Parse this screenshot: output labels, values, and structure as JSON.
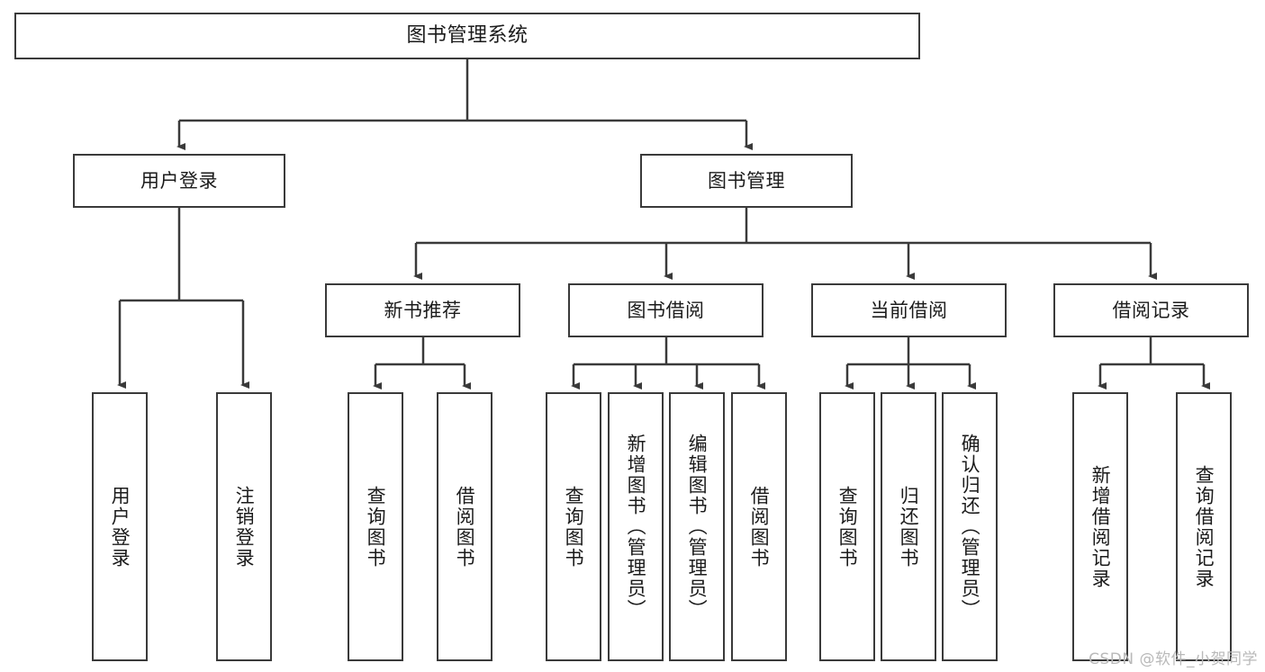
{
  "diagram": {
    "type": "hierarchy-tree",
    "title": "图书管理系统",
    "levels": {
      "root": {
        "label": "图书管理系统"
      },
      "level2": [
        {
          "label": "用户登录"
        },
        {
          "label": "图书管理"
        }
      ],
      "level3": [
        {
          "label": "新书推荐"
        },
        {
          "label": "图书借阅"
        },
        {
          "label": "当前借阅"
        },
        {
          "label": "借阅记录"
        }
      ],
      "leaves": {
        "user_login": [
          {
            "label": "用户登录"
          },
          {
            "label": "注销登录"
          }
        ],
        "new_book_recommend": [
          {
            "label": "查询图书"
          },
          {
            "label": "借阅图书"
          }
        ],
        "book_borrow": [
          {
            "label": "查询图书"
          },
          {
            "label": "新增图书（管理员）"
          },
          {
            "label": "编辑图书（管理员）"
          },
          {
            "label": "借阅图书"
          }
        ],
        "current_borrow": [
          {
            "label": "查询图书"
          },
          {
            "label": "归还图书"
          },
          {
            "label": "确认归还（管理员）"
          }
        ],
        "borrow_record": [
          {
            "label": "新增借阅记录"
          },
          {
            "label": "查询借阅记录"
          }
        ]
      }
    },
    "colors": {
      "border": "#3a3a3a",
      "connector": "#3a3a3a",
      "background": "#ffffff",
      "text": "#1b1b1b",
      "watermark": "#b9b9b9"
    }
  },
  "watermark": {
    "text": "CSDN @软件_小贺同学"
  }
}
